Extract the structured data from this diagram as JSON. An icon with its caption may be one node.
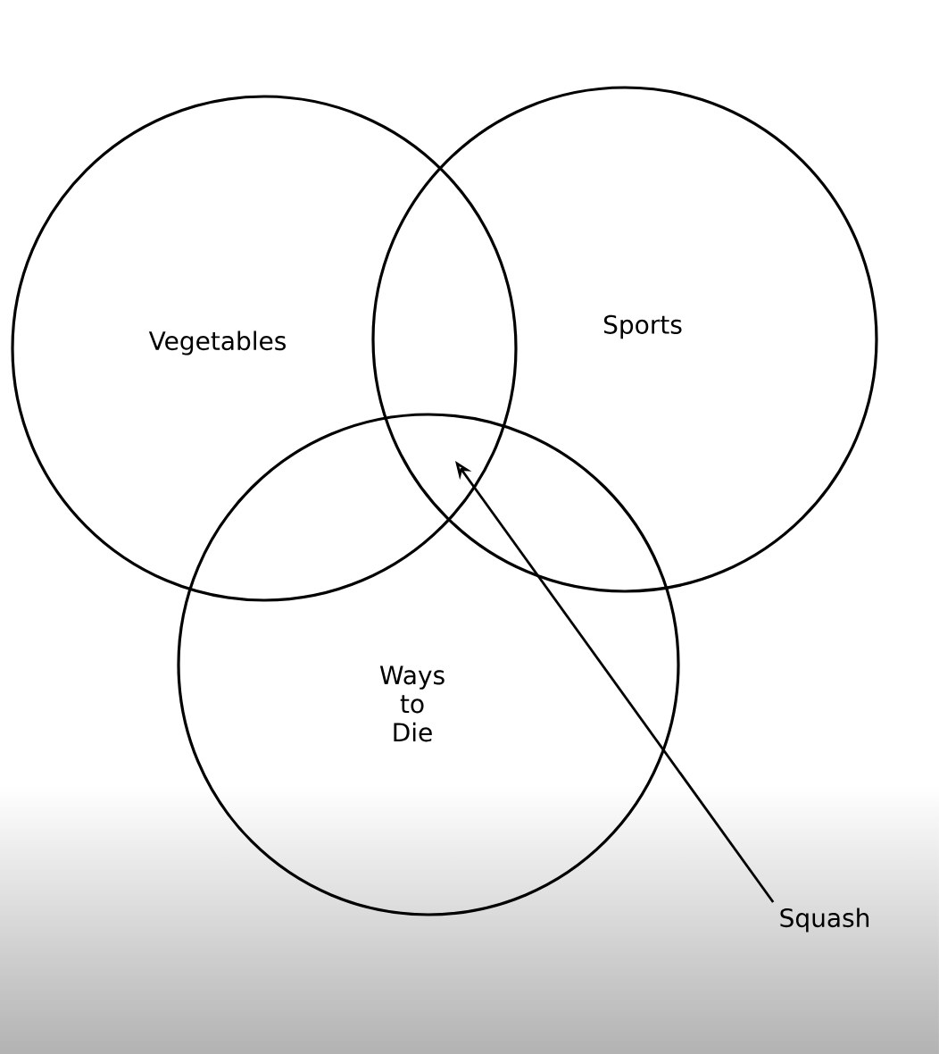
{
  "diagram": {
    "nodes": [
      {
        "text": [
          "Vegetables"
        ]
      },
      {
        "text": [
          "Sports"
        ]
      },
      {
        "text": [
          "Ways to Die"
        ]
      },
      {
        "text": [
          "Squash"
        ]
      }
    ],
    "edges": [
      {
        "from": 3,
        "to": 2,
        "arrow": "to"
      }
    ]
  }
}
